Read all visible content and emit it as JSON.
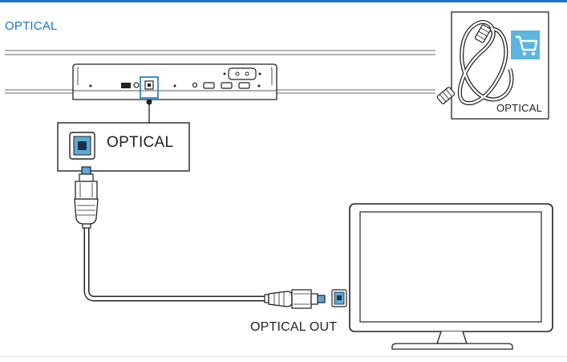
{
  "section_title": "OPTICAL",
  "port_label": "OPTICAL",
  "tv_port_label": "OPTICAL OUT",
  "accessory_label": "OPTICAL",
  "icons": {
    "accessory_badge": "shopping-cart-icon",
    "port": "optical-port-icon"
  },
  "colors": {
    "accent": "#1a73c0",
    "port_blue": "#5aa9d6",
    "line": "#222222",
    "accessory_bg": "#5ab5e0"
  }
}
